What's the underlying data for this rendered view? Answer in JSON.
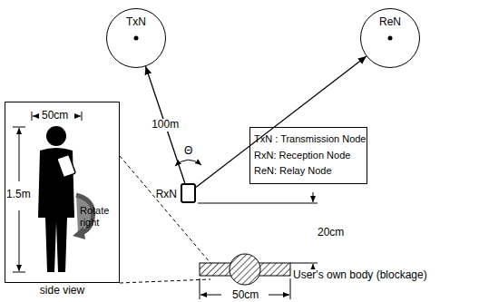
{
  "diagram": {
    "nodes": [
      {
        "text": [
          "TxN"
        ]
      },
      {
        "text": [
          "ReN"
        ]
      },
      {
        "text": [
          "TxN : Transmission Node",
          "RxN: Reception Node",
          "ReN: Relay Node"
        ]
      },
      {
        "text": [
          "side view"
        ]
      },
      {
        "text": [
          "RxN"
        ]
      }
    ],
    "edges": [
      {
        "from": 4,
        "to": 0,
        "label": "100m",
        "arrow": "to"
      },
      {
        "from": 4,
        "to": 1,
        "arrow": "to"
      }
    ],
    "labels": [
      "50cm",
      "1.5m",
      "Rotate right",
      "Θ",
      "20cm",
      "50cm",
      "User's own body (blockage)"
    ]
  }
}
